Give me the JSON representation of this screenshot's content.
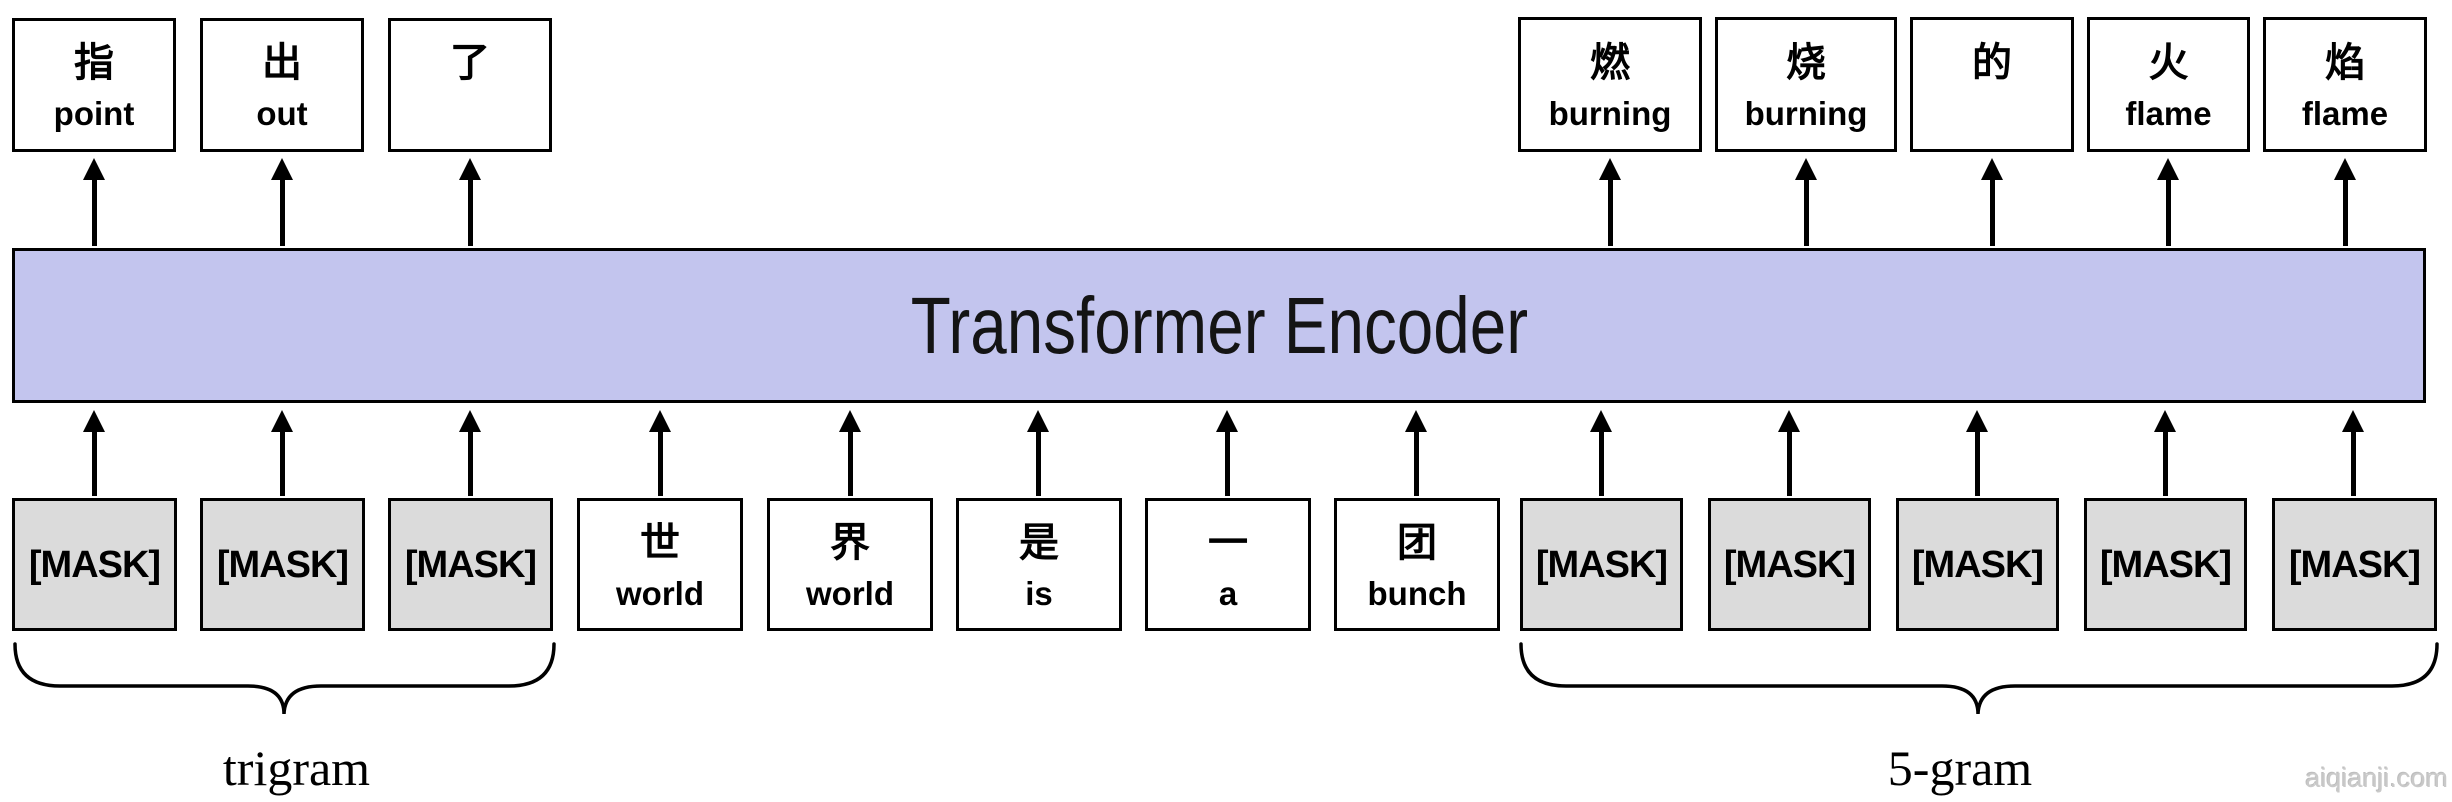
{
  "encoder": {
    "label": "Transformer Encoder"
  },
  "outputs_left": [
    {
      "zh": "指",
      "en": "point"
    },
    {
      "zh": "出",
      "en": "out"
    },
    {
      "zh": "了",
      "en": ""
    }
  ],
  "outputs_right": [
    {
      "zh": "燃",
      "en": "burning"
    },
    {
      "zh": "烧",
      "en": "burning"
    },
    {
      "zh": "的",
      "en": ""
    },
    {
      "zh": "火",
      "en": "flame"
    },
    {
      "zh": "焰",
      "en": "flame"
    }
  ],
  "inputs": {
    "masked_left": [
      "[MASK]",
      "[MASK]",
      "[MASK]"
    ],
    "tokens": [
      {
        "zh": "世",
        "en": "world"
      },
      {
        "zh": "界",
        "en": "world"
      },
      {
        "zh": "是",
        "en": "is"
      },
      {
        "zh": "一",
        "en": "a"
      },
      {
        "zh": "团",
        "en": "bunch"
      }
    ],
    "masked_right": [
      "[MASK]",
      "[MASK]",
      "[MASK]",
      "[MASK]",
      "[MASK]"
    ]
  },
  "annotations": {
    "left_group": "trigram",
    "right_group": "5-gram"
  },
  "watermark": "aiqianji.com",
  "colors": {
    "encoder_fill": "#c3c5ee",
    "mask_fill": "#dbdbdb",
    "box_border": "#000000",
    "watermark_text": "#c9c9c9"
  }
}
